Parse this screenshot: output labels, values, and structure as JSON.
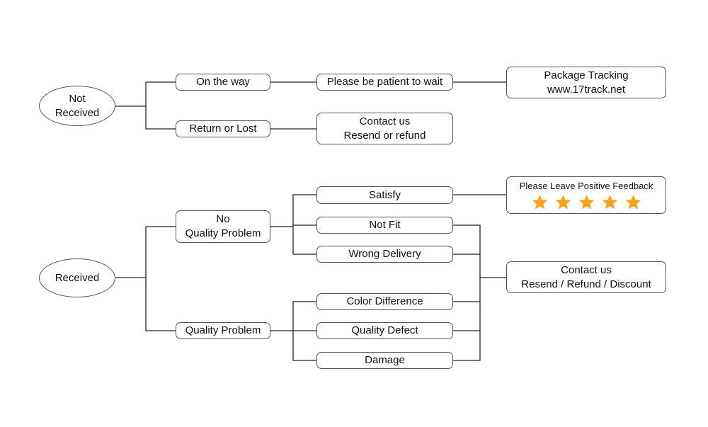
{
  "diagram": {
    "not_received": {
      "root": [
        "Not",
        "Received"
      ],
      "on_the_way": "On the way",
      "patient": "Please be patient to wait",
      "tracking": [
        "Package Tracking",
        "www.17track.net"
      ],
      "return_lost": "Return or Lost",
      "contact_resend": [
        "Contact us",
        "Resend or refund"
      ]
    },
    "received": {
      "root": "Received",
      "no_quality_problem": [
        "No",
        "Quality Problem"
      ],
      "quality_problem": "Quality Problem",
      "satisfy": "Satisfy",
      "not_fit": "Not Fit",
      "wrong_delivery": "Wrong Delivery",
      "color_difference": "Color Difference",
      "quality_defect": "Quality Defect",
      "damage": "Damage",
      "feedback": {
        "title": "Please Leave Positive Feedback",
        "stars": 5,
        "star_color": "#F7A21B"
      },
      "contact_discount": [
        "Contact us",
        "Resend / Refund / Discount"
      ]
    }
  }
}
